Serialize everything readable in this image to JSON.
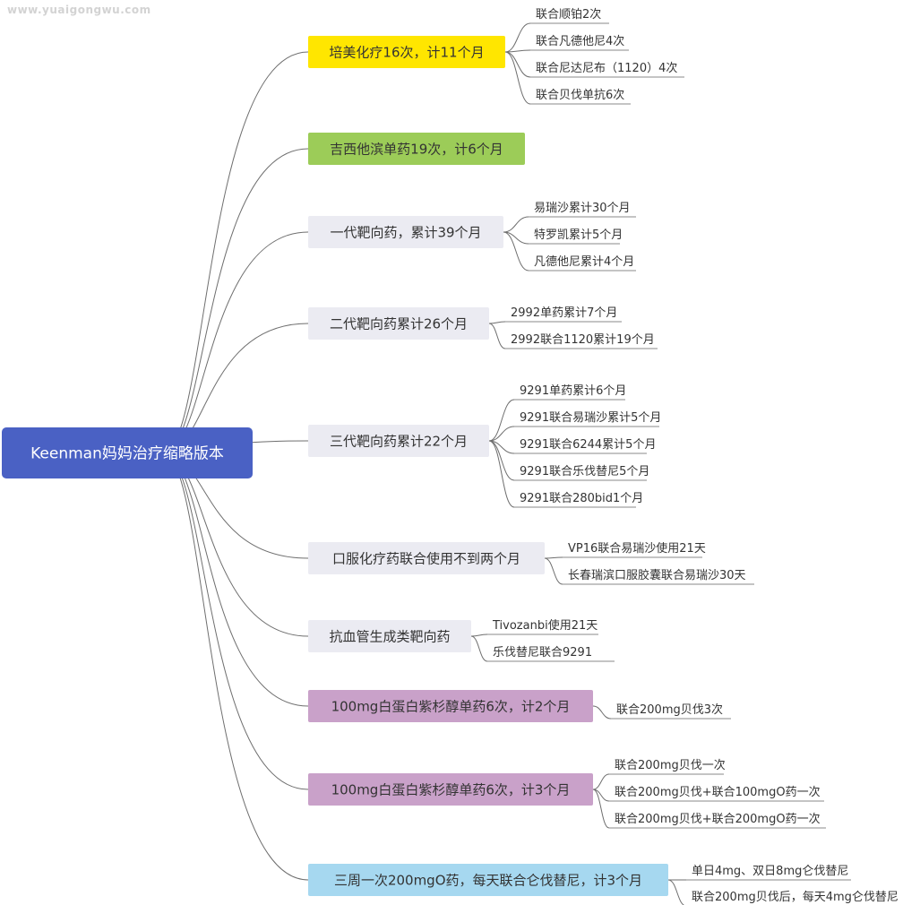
{
  "watermark": "www.yuaigongwu.com",
  "colors": {
    "root_bg": "#4a61c4",
    "root_text": "#ffffff",
    "line": "#6e6e6e",
    "leaf_underline": "#8a8a8a",
    "text": "#333333",
    "yellow": "#ffe600",
    "green": "#9ccc58",
    "gray": "#ebebf2",
    "purple": "#c9a1c9",
    "blue": "#a6d8f0"
  },
  "root": {
    "label": "Keenman妈妈治疗缩略版本"
  },
  "branches": [
    {
      "label": "培美化疗16次，计11个月",
      "color": "yellow",
      "children": [
        "联合顺铂2次",
        "联合凡德他尼4次",
        "联合尼达尼布（1120）4次",
        "联合贝伐单抗6次"
      ]
    },
    {
      "label": "吉西他滨单药19次，计6个月",
      "color": "green",
      "children": []
    },
    {
      "label": "一代靶向药，累计39个月",
      "color": "gray",
      "children": [
        "易瑞沙累计30个月",
        "特罗凯累计5个月",
        "凡德他尼累计4个月"
      ]
    },
    {
      "label": "二代靶向药累计26个月",
      "color": "gray",
      "children": [
        "2992单药累计7个月",
        "2992联合1120累计19个月"
      ]
    },
    {
      "label": "三代靶向药累计22个月",
      "color": "gray",
      "children": [
        "9291单药累计6个月",
        "9291联合易瑞沙累计5个月",
        "9291联合6244累计5个月",
        "9291联合乐伐替尼5个月",
        "9291联合280bid1个月"
      ]
    },
    {
      "label": "口服化疗药联合使用不到两个月",
      "color": "gray",
      "children": [
        "VP16联合易瑞沙使用21天",
        "长春瑞滨口服胶囊联合易瑞沙30天"
      ]
    },
    {
      "label": "抗血管生成类靶向药",
      "color": "gray",
      "children": [
        "Tivozanbi使用21天",
        "乐伐替尼联合9291"
      ]
    },
    {
      "label": "100mg白蛋白紫杉醇单药6次，计2个月",
      "color": "purple",
      "children": [
        "联合200mg贝伐3次"
      ]
    },
    {
      "label": "100mg白蛋白紫杉醇单药6次，计3个月",
      "color": "purple",
      "children": [
        "联合200mg贝伐一次",
        "联合200mg贝伐+联合100mgO药一次",
        "联合200mg贝伐+联合200mgO药一次"
      ]
    },
    {
      "label": "三周一次200mgO药，每天联合仑伐替尼，计3个月",
      "color": "blue",
      "children": [
        "单日4mg、双日8mg仑伐替尼",
        "联合200mg贝伐后，每天4mg仑伐替尼"
      ]
    }
  ]
}
